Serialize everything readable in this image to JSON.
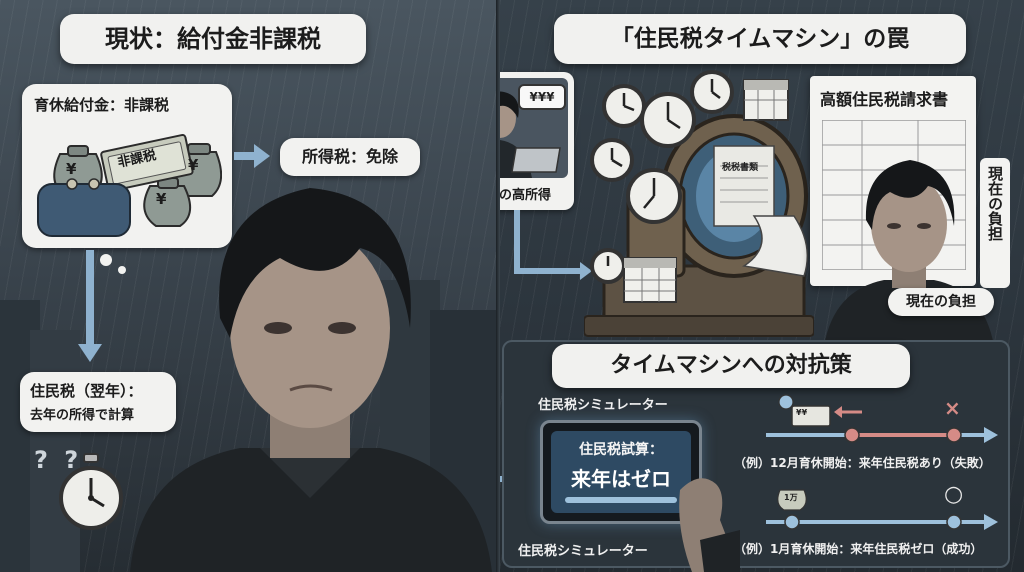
{
  "left": {
    "title": "現状：給付金非課税",
    "benefit_label": "育休給付金：非課税",
    "tag_label": "非課税",
    "income_tax": "所得税：免除",
    "resident_tax_line1": "住民税（翌年）：",
    "resident_tax_line2": "去年の所得で計算",
    "yen_symbol": "¥",
    "question_marks": "? ?"
  },
  "right": {
    "title": "「住民税タイムマシン」の罠",
    "speech_bubble": "¥¥¥",
    "last_year_label": "去年の高所得",
    "machine_paper_label": "税税書類",
    "bill_title": "高額住民税請求書",
    "vertical_label": "現在の負担",
    "current_burden": "現在の負担",
    "countermeasure_title": "タイムマシンへの対抗策",
    "simulator_label_top": "住民税シミュレーター",
    "simulator_label_bottom": "住民税シミュレーター",
    "tablet_line1": "住民税試算：",
    "tablet_line2": "来年はゼロ",
    "mark_cross": "×",
    "mark_circle": "○",
    "cash_label": "¥¥",
    "bag_label": "1万",
    "example1": "（例）12月育休開始：来年住民税あり（失敗）",
    "example2": "（例）1月育休開始：来年住民税ゼロ（成功）"
  },
  "colors": {
    "accent_blue": "#8fb2cf",
    "fail_red": "#d58b86",
    "success_blue": "#9ec1dc",
    "pill_bg": "#f1f1ef"
  }
}
